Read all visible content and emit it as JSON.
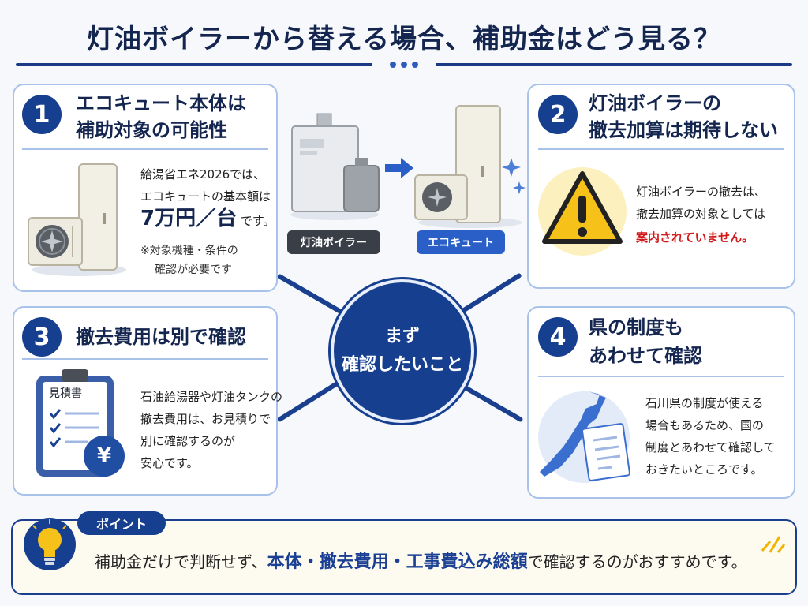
{
  "title": "灯油ボイラーから替える場合、補助金はどう見る？",
  "hub": {
    "line1": "まず",
    "line2": "確認したいこと"
  },
  "flow": {
    "from_label": "灯油ボイラー",
    "to_label": "エコキュート"
  },
  "cards": {
    "c1": {
      "number": "1",
      "title_line1": "エコキュート本体は",
      "title_line2": "補助対象の可能性",
      "text_line1": "給湯省エネ2026では、",
      "text_line2": "エコキュートの基本額は",
      "amount": "7万円／台",
      "amount_suffix": "です。",
      "note_line1": "※対象機種・条件の",
      "note_line2": "確認が必要です"
    },
    "c2": {
      "number": "2",
      "title_line1": "灯油ボイラーの",
      "title_line2": "撤去加算は期待しない",
      "text_line1": "灯油ボイラーの撤去は、",
      "text_line2": "撤去加算の対象としては",
      "text_emph": "案内されていません。"
    },
    "c3": {
      "number": "3",
      "title": "撤去費用は別で確認",
      "doc_label": "見積書",
      "yen": "¥",
      "text_line1": "石油給湯器や灯油タンクの",
      "text_line2": "撤去費用は、お見積りで",
      "text_line3": "別に確認するのが",
      "text_line4": "安心です。"
    },
    "c4": {
      "number": "4",
      "title_line1": "県の制度も",
      "title_line2": "あわせて確認",
      "text_line1": "石川県の制度が使える",
      "text_line2": "場合もあるため、国の",
      "text_line3": "制度とあわせて確認して",
      "text_line4": "おきたいところです。"
    }
  },
  "point": {
    "tag": "ポイント",
    "text_before": "補助金だけで判断せず、",
    "text_emph": "本体・撤去費用・工事費込み総額",
    "text_after": "で確認するのがおすすめです。"
  },
  "colors": {
    "navy": "#173f8f",
    "card_border": "#a9c2ea",
    "warn_yellow": "#f6c21a",
    "emphasis_red": "#d21a1a"
  }
}
